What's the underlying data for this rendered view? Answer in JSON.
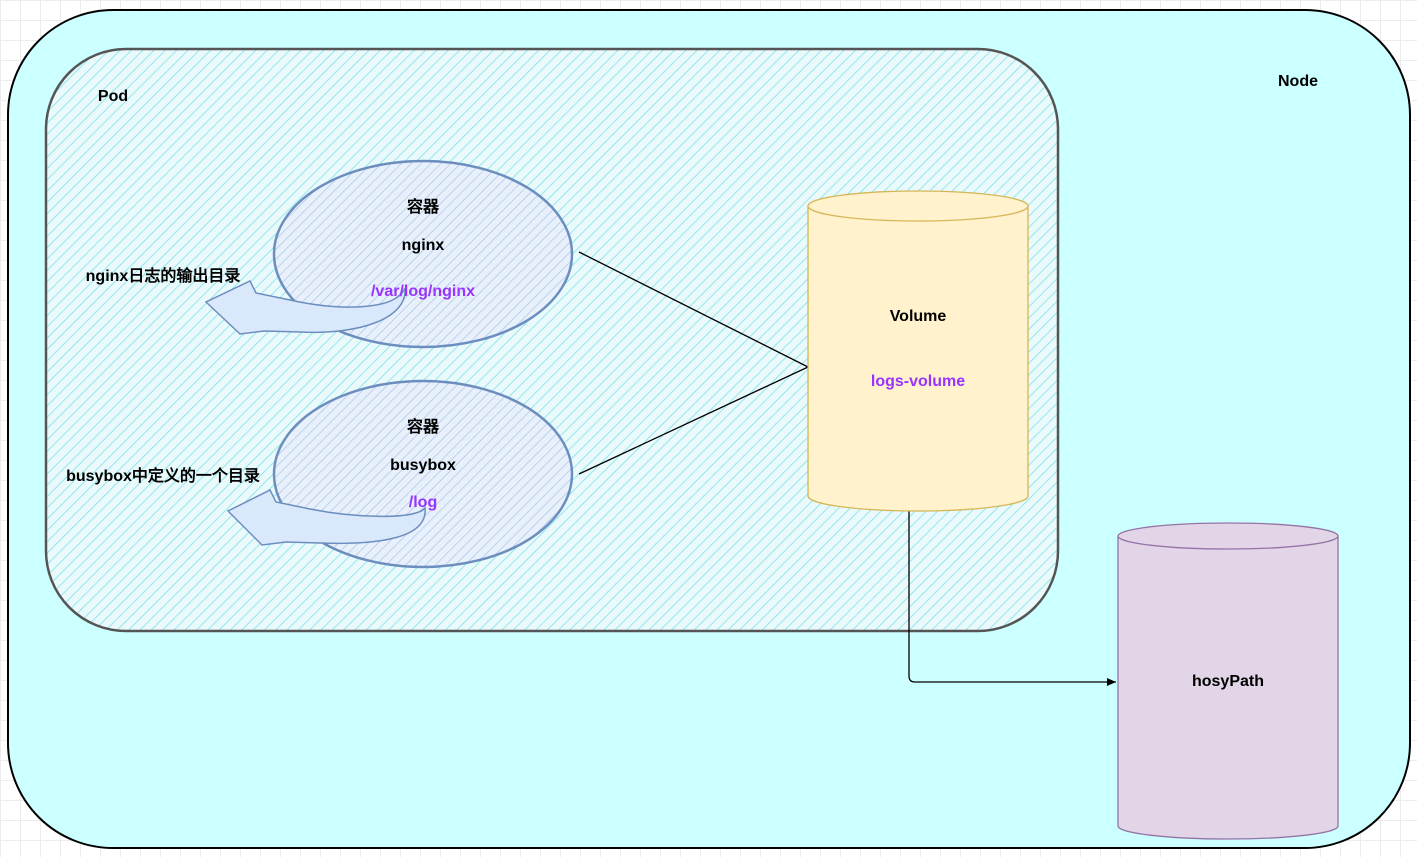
{
  "node": {
    "label": "Node",
    "fill": "#ccffff"
  },
  "pod": {
    "label": "Pod"
  },
  "containers": [
    {
      "kind": "容器",
      "name": "nginx",
      "mount_path": "/var/log/nginx",
      "annotation": "nginx日志的输出目录"
    },
    {
      "kind": "容器",
      "name": "busybox",
      "mount_path": "/log",
      "annotation": "busybox中定义的一个目录"
    }
  ],
  "volume": {
    "title": "Volume",
    "name": "logs-volume",
    "fill": "#fff2cc",
    "stroke": "#d6b656"
  },
  "host": {
    "name": "hosyPath",
    "fill": "#e1d5e7",
    "stroke": "#9673a6"
  },
  "colors": {
    "path_text": "#9933ff",
    "container_stroke": "#6c8ebf",
    "arrow_fill": "#dae8fc",
    "hatch": "#7fe0f0"
  }
}
